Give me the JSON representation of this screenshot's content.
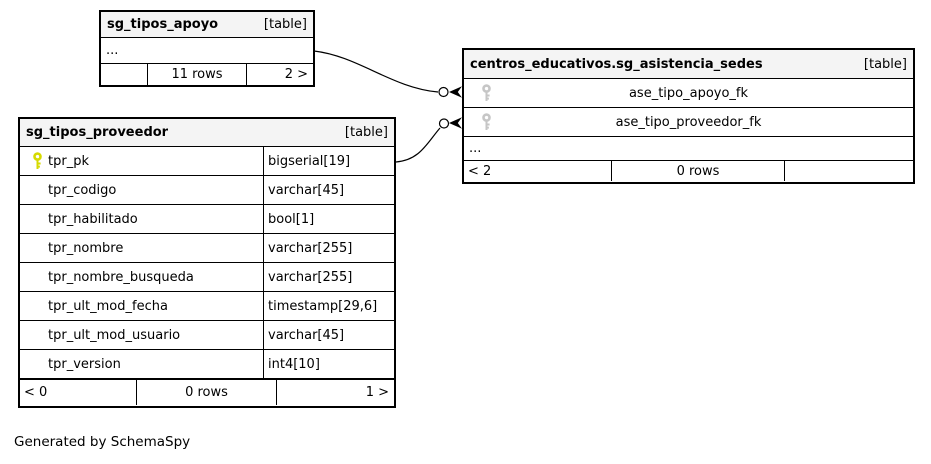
{
  "page": {
    "footer_note": "Generated by SchemaSpy"
  },
  "colors": {
    "border": "#000000",
    "header_bg": "#f4f4f4",
    "row_bg": "#ffffff",
    "pk_key": "#d6da00",
    "fk_key": "#c6c6c6",
    "connector": "#000000"
  },
  "icons": {
    "primary_key": "key-icon",
    "foreign_key": "key-icon"
  },
  "tables": {
    "apoyo": {
      "title": "sg_tipos_apoyo",
      "badge": "[table]",
      "ellipsis": "...",
      "footer": {
        "left": "",
        "center": "11 rows",
        "right": "2 >"
      }
    },
    "sedes": {
      "title": "centros_educativos.sg_asistencia_sedes",
      "badge": "[table]",
      "rows": [
        {
          "name": "ase_tipo_apoyo_fk"
        },
        {
          "name": "ase_tipo_proveedor_fk"
        }
      ],
      "ellipsis": "...",
      "footer": {
        "left": "< 2",
        "center": "0 rows",
        "right": ""
      }
    },
    "proveedor": {
      "title": "sg_tipos_proveedor",
      "badge": "[table]",
      "rows": [
        {
          "name": "tpr_pk",
          "type": "bigserial[19]"
        },
        {
          "name": "tpr_codigo",
          "type": "varchar[45]"
        },
        {
          "name": "tpr_habilitado",
          "type": "bool[1]"
        },
        {
          "name": "tpr_nombre",
          "type": "varchar[255]"
        },
        {
          "name": "tpr_nombre_busqueda",
          "type": "varchar[255]"
        },
        {
          "name": "tpr_ult_mod_fecha",
          "type": "timestamp[29,6]"
        },
        {
          "name": "tpr_ult_mod_usuario",
          "type": "varchar[45]"
        },
        {
          "name": "tpr_version",
          "type": "int4[10]"
        }
      ],
      "footer": {
        "left": "< 0",
        "center": "0 rows",
        "right": "1 >"
      }
    }
  }
}
